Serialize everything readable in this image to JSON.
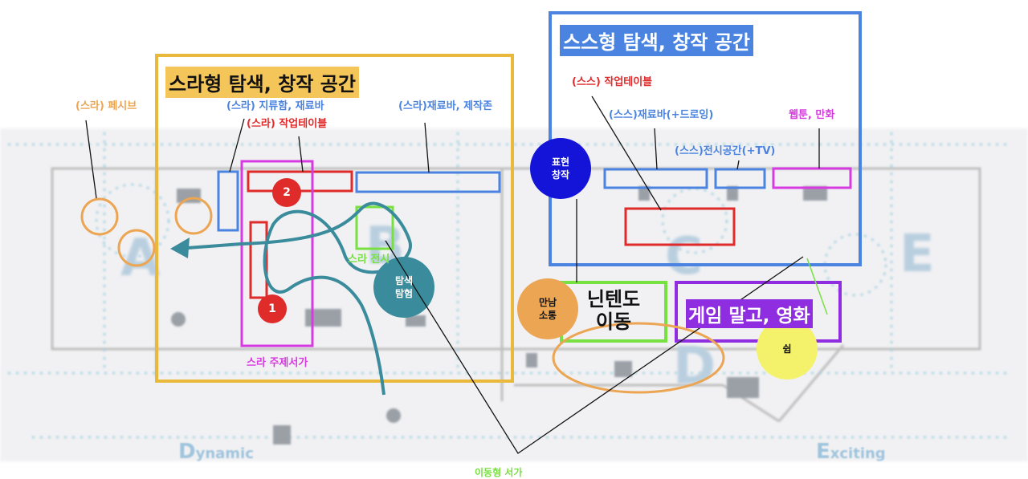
{
  "zones": {
    "sra_title": "스라형 탐색, 창작 공간",
    "ss_title": "스스형 탐색, 창작 공간"
  },
  "labels": {
    "sra_passive": "(스라) 페시브",
    "sra_shelf_materials": "(스라) 지류함, 재료바",
    "sra_worktable": "(스라) 작업테이블",
    "sra_materials_zone": "(스라)재료바, 제작존",
    "sra_exhibit": "스라 전시",
    "sra_theme_shelf": "스라 주제서가",
    "ss_worktable": "(스스) 작업테이블",
    "ss_materials_drawing": "(스스)재료바(+드로잉)",
    "ss_display_tv": "(스스)전시공간(+TV)",
    "webtoon_comics": "웹툰, 만화",
    "mobile_shelf": "이동형 서가"
  },
  "circles": {
    "expression_creation": "표현\n창작",
    "explore_adventure": "탐색\n탐험",
    "meet_communicate": "만남\n소통",
    "rest": "쉼"
  },
  "markers": {
    "one": "1",
    "two": "2"
  },
  "boxes": {
    "nintendo": "닌텐도\n이동",
    "no_games": "게임 말고, 영화"
  },
  "floorplan": {
    "zone_letters": [
      "A",
      "B",
      "C",
      "D",
      "E"
    ],
    "wordmark_dynamic_initial": "D",
    "wordmark_dynamic_rest": "ynamic",
    "wordmark_exciting_initial": "E",
    "wordmark_exciting_rest": "xciting"
  },
  "colors": {
    "yellow_zone": "#e8b93a",
    "blue_zone": "#4a84e0",
    "red": "#e02b2b",
    "magenta": "#d63ae0",
    "green": "#78e040",
    "purple": "#8e2ee0",
    "orange": "#eba553",
    "teal": "#3a8b9b",
    "navy": "#1414d8",
    "lightyellow": "#f4f26a"
  }
}
